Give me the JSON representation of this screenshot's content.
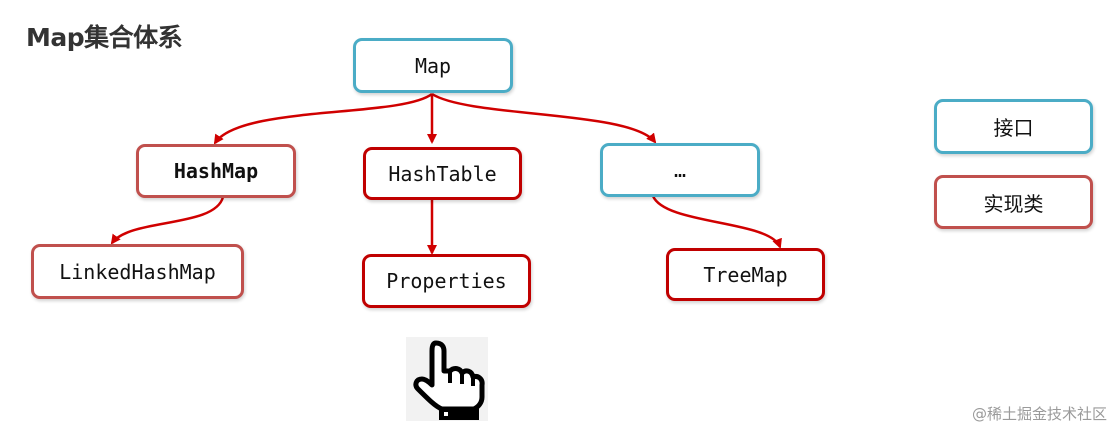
{
  "title": "Map集合体系",
  "nodes": {
    "map": "Map",
    "hashmap": "HashMap",
    "hashtable": "HashTable",
    "ellipsis": "…",
    "linkedhashmap": "LinkedHashMap",
    "properties": "Properties",
    "treemap": "TreeMap"
  },
  "legend": {
    "interface": "接口",
    "implementation": "实现类"
  },
  "colors": {
    "interface_border": "#4bacc6",
    "implementation_border": "#c0504d",
    "arrow": "#d00000"
  },
  "watermark": "@稀土掘金技术社区"
}
